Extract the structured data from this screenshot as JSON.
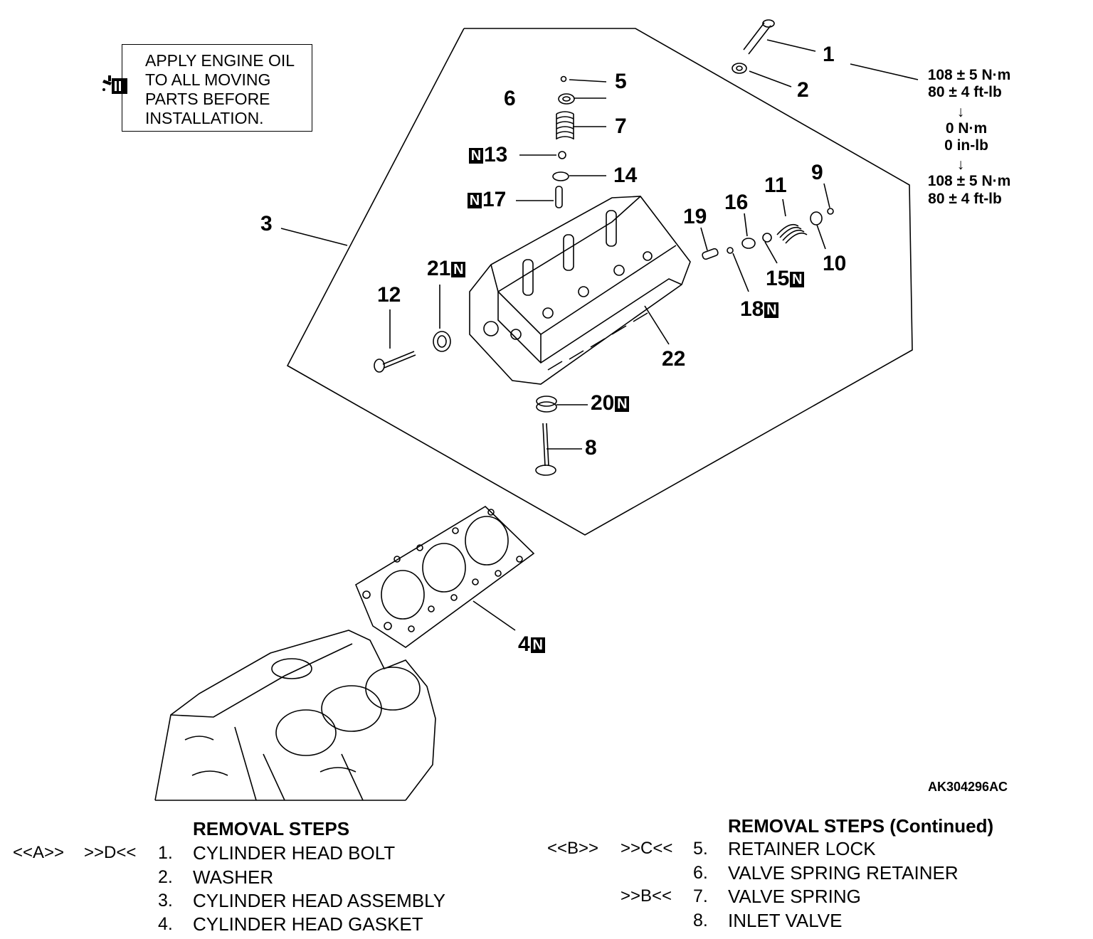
{
  "note_box": {
    "lines": [
      "APPLY ENGINE OIL",
      "TO ALL MOVING",
      "PARTS BEFORE",
      "INSTALLATION."
    ]
  },
  "callouts": {
    "c1": "1",
    "c2": "2",
    "c3": "3",
    "c4": "4",
    "c5": "5",
    "c6": "6",
    "c7": "7",
    "c8": "8",
    "c9": "9",
    "c10": "10",
    "c11": "11",
    "c12": "12",
    "c13": "13",
    "c14": "14",
    "c15": "15",
    "c16": "16",
    "c17": "17",
    "c18": "18",
    "c19": "19",
    "c20": "20",
    "c21": "21",
    "c22": "22",
    "new_mark": "N"
  },
  "torque_spec": {
    "step1_nm": "108 ± 5 N·m",
    "step1_ftlb": "80 ± 4 ft-lb",
    "arrow": "↓",
    "step2_nm": "0 N·m",
    "step2_inlb": "0 in-lb",
    "step3_nm": "108 ± 5 N·m",
    "step3_ftlb": "80 ± 4 ft-lb"
  },
  "figure_id": "AK304296AC",
  "removal_left": {
    "title": "REMOVAL STEPS",
    "marks": {
      "row1_a": "<<A>>",
      "row1_b": ">>D<<"
    },
    "items": [
      {
        "num": "1.",
        "name": "CYLINDER HEAD BOLT"
      },
      {
        "num": "2.",
        "name": "WASHER"
      },
      {
        "num": "3.",
        "name": "CYLINDER HEAD ASSEMBLY"
      },
      {
        "num": "4.",
        "name": "CYLINDER HEAD GASKET"
      }
    ]
  },
  "removal_right": {
    "title": "REMOVAL STEPS (Continued)",
    "marks": {
      "row1_a": "<<B>>",
      "row1_b": ">>C<<",
      "row3_b": ">>B<<"
    },
    "items": [
      {
        "num": "5.",
        "name": "RETAINER LOCK"
      },
      {
        "num": "6.",
        "name": "VALVE SPRING RETAINER"
      },
      {
        "num": "7.",
        "name": "VALVE SPRING"
      },
      {
        "num": "8.",
        "name": "INLET VALVE"
      }
    ]
  }
}
